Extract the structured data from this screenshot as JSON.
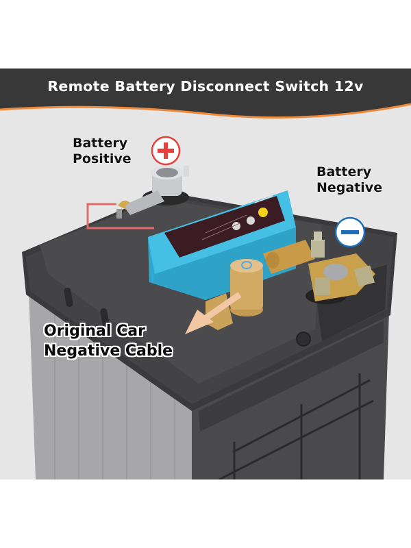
{
  "header": {
    "title": "Remote Battery Disconnect Switch 12v",
    "band_color": "#383838",
    "accent_color": "#ef8a3a"
  },
  "callouts": {
    "positive": {
      "line1": "Battery",
      "line2": "Positive",
      "symbol": "+",
      "color": "#e5403a"
    },
    "negative": {
      "line1": "Battery",
      "line2": "Negative",
      "symbol": "−",
      "color": "#1e6fb8"
    },
    "cable": {
      "line1": "Original Car",
      "line2": "Negative Cable",
      "arrow_color": "#f1c7a4"
    }
  },
  "device": {
    "body_color": "#3cb8dc",
    "panel_color": "#3a1c22",
    "badge_color": "#f2d21a"
  },
  "background": {
    "stage_color": "#e6e6e6",
    "battery_dark": "#3c3c3c",
    "battery_side": "#a9a9ab"
  }
}
